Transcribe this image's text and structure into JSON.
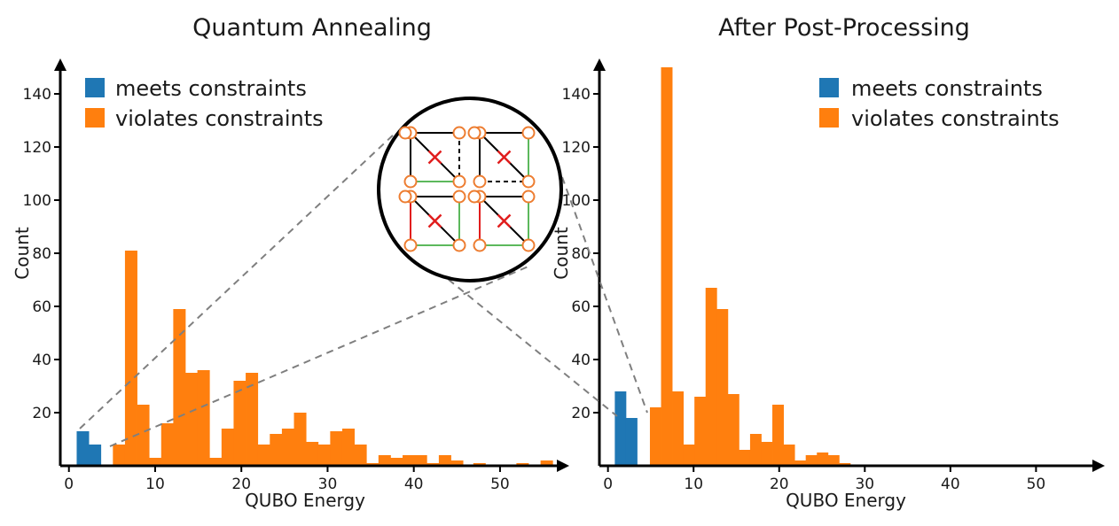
{
  "colors": {
    "meets": "#1f77b4",
    "violates": "#ff7f0e",
    "axis": "#000000",
    "zoom_lines": "#7f7f7f",
    "inset_red": "#e11d1d",
    "inset_green": "#5cb85c",
    "inset_node": "#ed7d31"
  },
  "chart_data": [
    {
      "type": "bar",
      "title": "Quantum Annealing",
      "xlabel": "QUBO Energy",
      "ylabel": "Count",
      "xlim": [
        -1,
        57
      ],
      "ylim": [
        0,
        150
      ],
      "xticks": [
        0,
        10,
        20,
        30,
        40,
        50
      ],
      "yticks": [
        20,
        40,
        60,
        80,
        100,
        120,
        140
      ],
      "legend": {
        "placement": "top-left",
        "entries": [
          "meets constraints",
          "violates constraints"
        ]
      },
      "bin_width": 1.4,
      "series": [
        {
          "name": "meets constraints",
          "bins": [
            [
              0.9,
              13
            ],
            [
              2.3,
              8
            ]
          ]
        },
        {
          "name": "violates constraints",
          "bins": [
            [
              5.1,
              8
            ],
            [
              6.5,
              81
            ],
            [
              7.9,
              23
            ],
            [
              9.3,
              3
            ],
            [
              10.7,
              16
            ],
            [
              12.1,
              59
            ],
            [
              13.5,
              35
            ],
            [
              14.9,
              36
            ],
            [
              16.3,
              3
            ],
            [
              17.7,
              14
            ],
            [
              19.1,
              32
            ],
            [
              20.5,
              35
            ],
            [
              21.9,
              8
            ],
            [
              23.3,
              12
            ],
            [
              24.7,
              14
            ],
            [
              26.1,
              20
            ],
            [
              27.5,
              9
            ],
            [
              28.9,
              8
            ],
            [
              30.3,
              13
            ],
            [
              31.7,
              14
            ],
            [
              33.1,
              8
            ],
            [
              34.5,
              1
            ],
            [
              35.9,
              4
            ],
            [
              37.3,
              3
            ],
            [
              38.7,
              4
            ],
            [
              40.1,
              4
            ],
            [
              41.5,
              1
            ],
            [
              42.9,
              4
            ],
            [
              44.3,
              2
            ],
            [
              46.9,
              1
            ],
            [
              51.9,
              1
            ],
            [
              54.7,
              2
            ]
          ]
        }
      ]
    },
    {
      "type": "bar",
      "title": "After Post-Processing",
      "xlabel": "QUBO Energy",
      "ylabel": "Count",
      "xlim": [
        -1,
        57
      ],
      "ylim": [
        0,
        150
      ],
      "xticks": [
        0,
        10,
        20,
        30,
        40,
        50
      ],
      "yticks": [
        20,
        40,
        60,
        80,
        100,
        120,
        140
      ],
      "legend": {
        "placement": "top-right",
        "entries": [
          "meets constraints",
          "violates constraints"
        ]
      },
      "bin_width": 1.3,
      "series": [
        {
          "name": "meets constraints",
          "bins": [
            [
              0.8,
              28
            ],
            [
              2.1,
              18
            ]
          ]
        },
        {
          "name": "violates constraints",
          "bins": [
            [
              4.9,
              22
            ],
            [
              6.2,
              150
            ],
            [
              7.5,
              28
            ],
            [
              8.8,
              8
            ],
            [
              10.1,
              26
            ],
            [
              11.4,
              67
            ],
            [
              12.7,
              59
            ],
            [
              14.0,
              27
            ],
            [
              15.3,
              6
            ],
            [
              16.6,
              12
            ],
            [
              17.9,
              9
            ],
            [
              19.2,
              23
            ],
            [
              20.5,
              8
            ],
            [
              21.8,
              2
            ],
            [
              23.1,
              4
            ],
            [
              24.4,
              5
            ],
            [
              25.7,
              4
            ],
            [
              27.0,
              1
            ]
          ]
        }
      ]
    }
  ]
}
